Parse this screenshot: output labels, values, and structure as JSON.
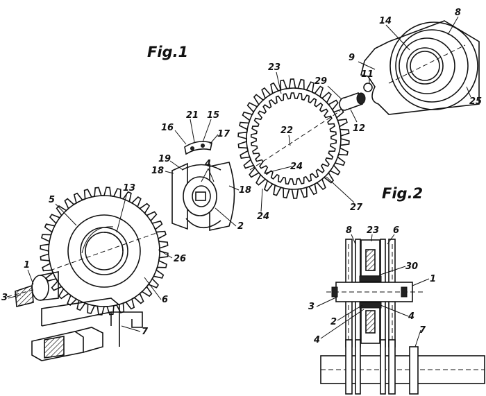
{
  "figures": {
    "fig1_title": "Fig.1",
    "fig2_title": "Fig.2"
  },
  "fig1_labels": {
    "l1": "1",
    "l2": "2",
    "l3": "3",
    "l4": "4",
    "l5": "5",
    "l6": "6",
    "l7": "7",
    "l8": "8",
    "l9": "9",
    "l11": "11",
    "l12": "12",
    "l13": "13",
    "l14": "14",
    "l15": "15",
    "l16": "16",
    "l17": "17",
    "l18a": "18",
    "l18b": "18",
    "l19": "19",
    "l21": "21",
    "l22": "22",
    "l23": "23",
    "l24a": "24",
    "l24b": "24",
    "l25": "25",
    "l26": "26",
    "l27": "27",
    "l29": "29"
  },
  "fig2_labels": {
    "l8": "8",
    "l23": "23",
    "l6": "6",
    "l30": "30",
    "l1": "1",
    "l3": "3",
    "l2": "2",
    "l4a": "4",
    "l4b": "4",
    "l7": "7"
  }
}
